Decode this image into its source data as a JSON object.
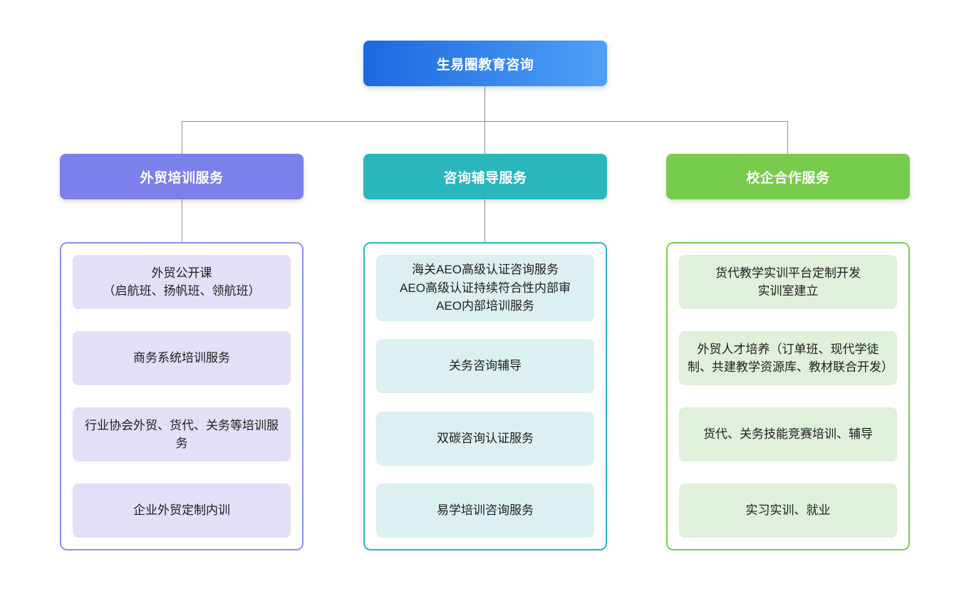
{
  "root": {
    "label": "生易圈教育咨询"
  },
  "branches": [
    {
      "label": "外贸培训服务",
      "has_header_connector": true,
      "items": [
        "外贸公开课\n（启航班、扬帆班、领航班）",
        "商务系统培训服务",
        "行业协会外贸、货代、关务等培训服务",
        "企业外贸定制内训"
      ]
    },
    {
      "label": "咨询辅导服务",
      "has_header_connector": true,
      "items": [
        "海关AEO高级认证咨询服务\nAEO高级认证持续符合性内部审\nAEO内部培训服务",
        "关务咨询辅导",
        "双碳咨询认证服务",
        "易学培训咨询服务"
      ]
    },
    {
      "label": "校企合作服务",
      "has_header_connector": false,
      "items": [
        "货代教学实训平台定制开发\n实训室建立",
        "外贸人才培养（订单班、现代学徒制、共建教学资源库、教材联合开发）",
        "货代、关务技能竞赛培训、辅导",
        "实习实训、就业"
      ]
    }
  ],
  "colors": {
    "root_grad_start": "#1b69df",
    "root_grad_end": "#4fa0f7",
    "branch1_header": "#7c80ea",
    "branch1_border": "#8c90f0",
    "branch1_item_bg": "#e1e0f7",
    "branch2_header": "#29b7bd",
    "branch2_border": "#2ab6bc",
    "bran2_item_bg_note": "",
    "branch2_item_bg": "#dcf0f2",
    "branch3_header": "#77cc4b",
    "branch3_border": "#7ccb52",
    "branch3_item_bg": "#dff0db",
    "connector": "#8a9199"
  }
}
